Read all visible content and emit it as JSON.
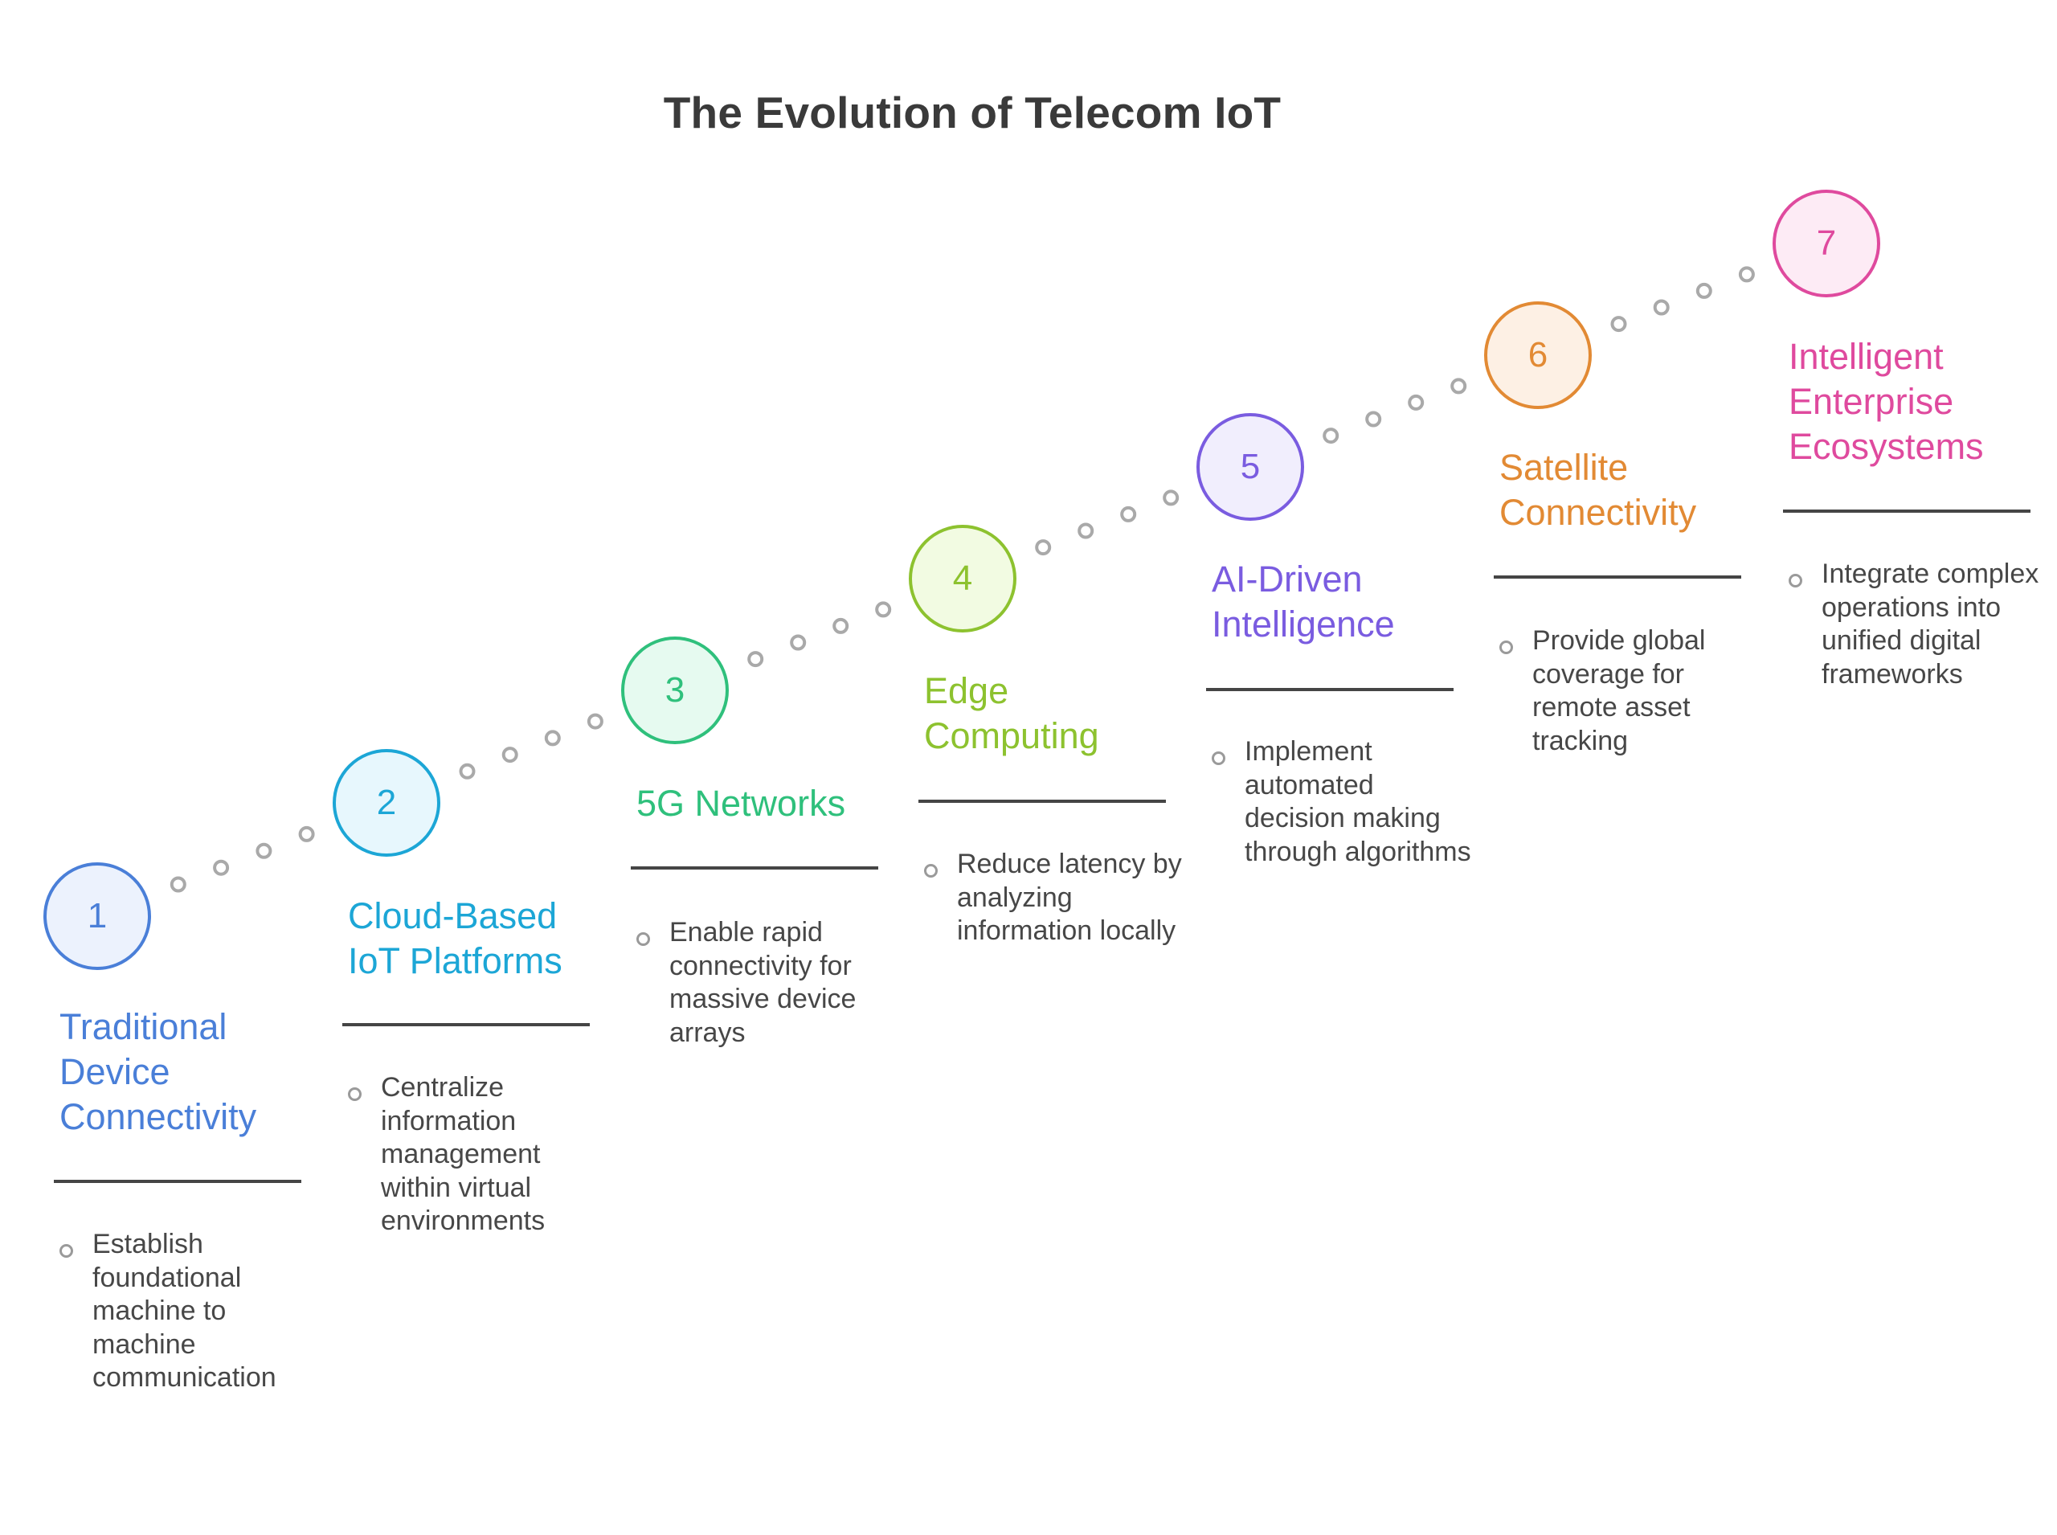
{
  "title": "The Evolution of Telecom IoT",
  "colors": {
    "dot": "#a9a9a9",
    "rule": "#454545",
    "text": "#474747"
  },
  "steps": [
    {
      "number": "1",
      "title": [
        "Traditional",
        "Device",
        "Connectivity"
      ],
      "description": "Establish foundational machine to machine communication",
      "color": "#4a7fd8",
      "fill": "#ecf2fd"
    },
    {
      "number": "2",
      "title": [
        "Cloud-Based",
        "IoT Platforms"
      ],
      "description": "Centralize information management within virtual environments",
      "color": "#1ca6d6",
      "fill": "#e7f7fd"
    },
    {
      "number": "3",
      "title": [
        "5G Networks"
      ],
      "description": "Enable rapid connectivity for massive device arrays",
      "color": "#2fc07c",
      "fill": "#e6faf0"
    },
    {
      "number": "4",
      "title": [
        "Edge",
        "Computing"
      ],
      "description": "Reduce latency by analyzing information locally",
      "color": "#8dc22f",
      "fill": "#f2fbe2"
    },
    {
      "number": "5",
      "title": [
        "AI-Driven",
        "Intelligence"
      ],
      "description": "Implement automated decision making through algorithms",
      "color": "#7a5ce0",
      "fill": "#f1eefd"
    },
    {
      "number": "6",
      "title": [
        "Satellite",
        "Connectivity"
      ],
      "description": "Provide global coverage for remote asset tracking",
      "color": "#e28a34",
      "fill": "#fdf0e4"
    },
    {
      "number": "7",
      "title": [
        "Intelligent",
        "Enterprise",
        "Ecosystems"
      ],
      "description": "Integrate complex operations into unified digital frameworks",
      "color": "#df4a9e",
      "fill": "#fdebf5"
    }
  ]
}
